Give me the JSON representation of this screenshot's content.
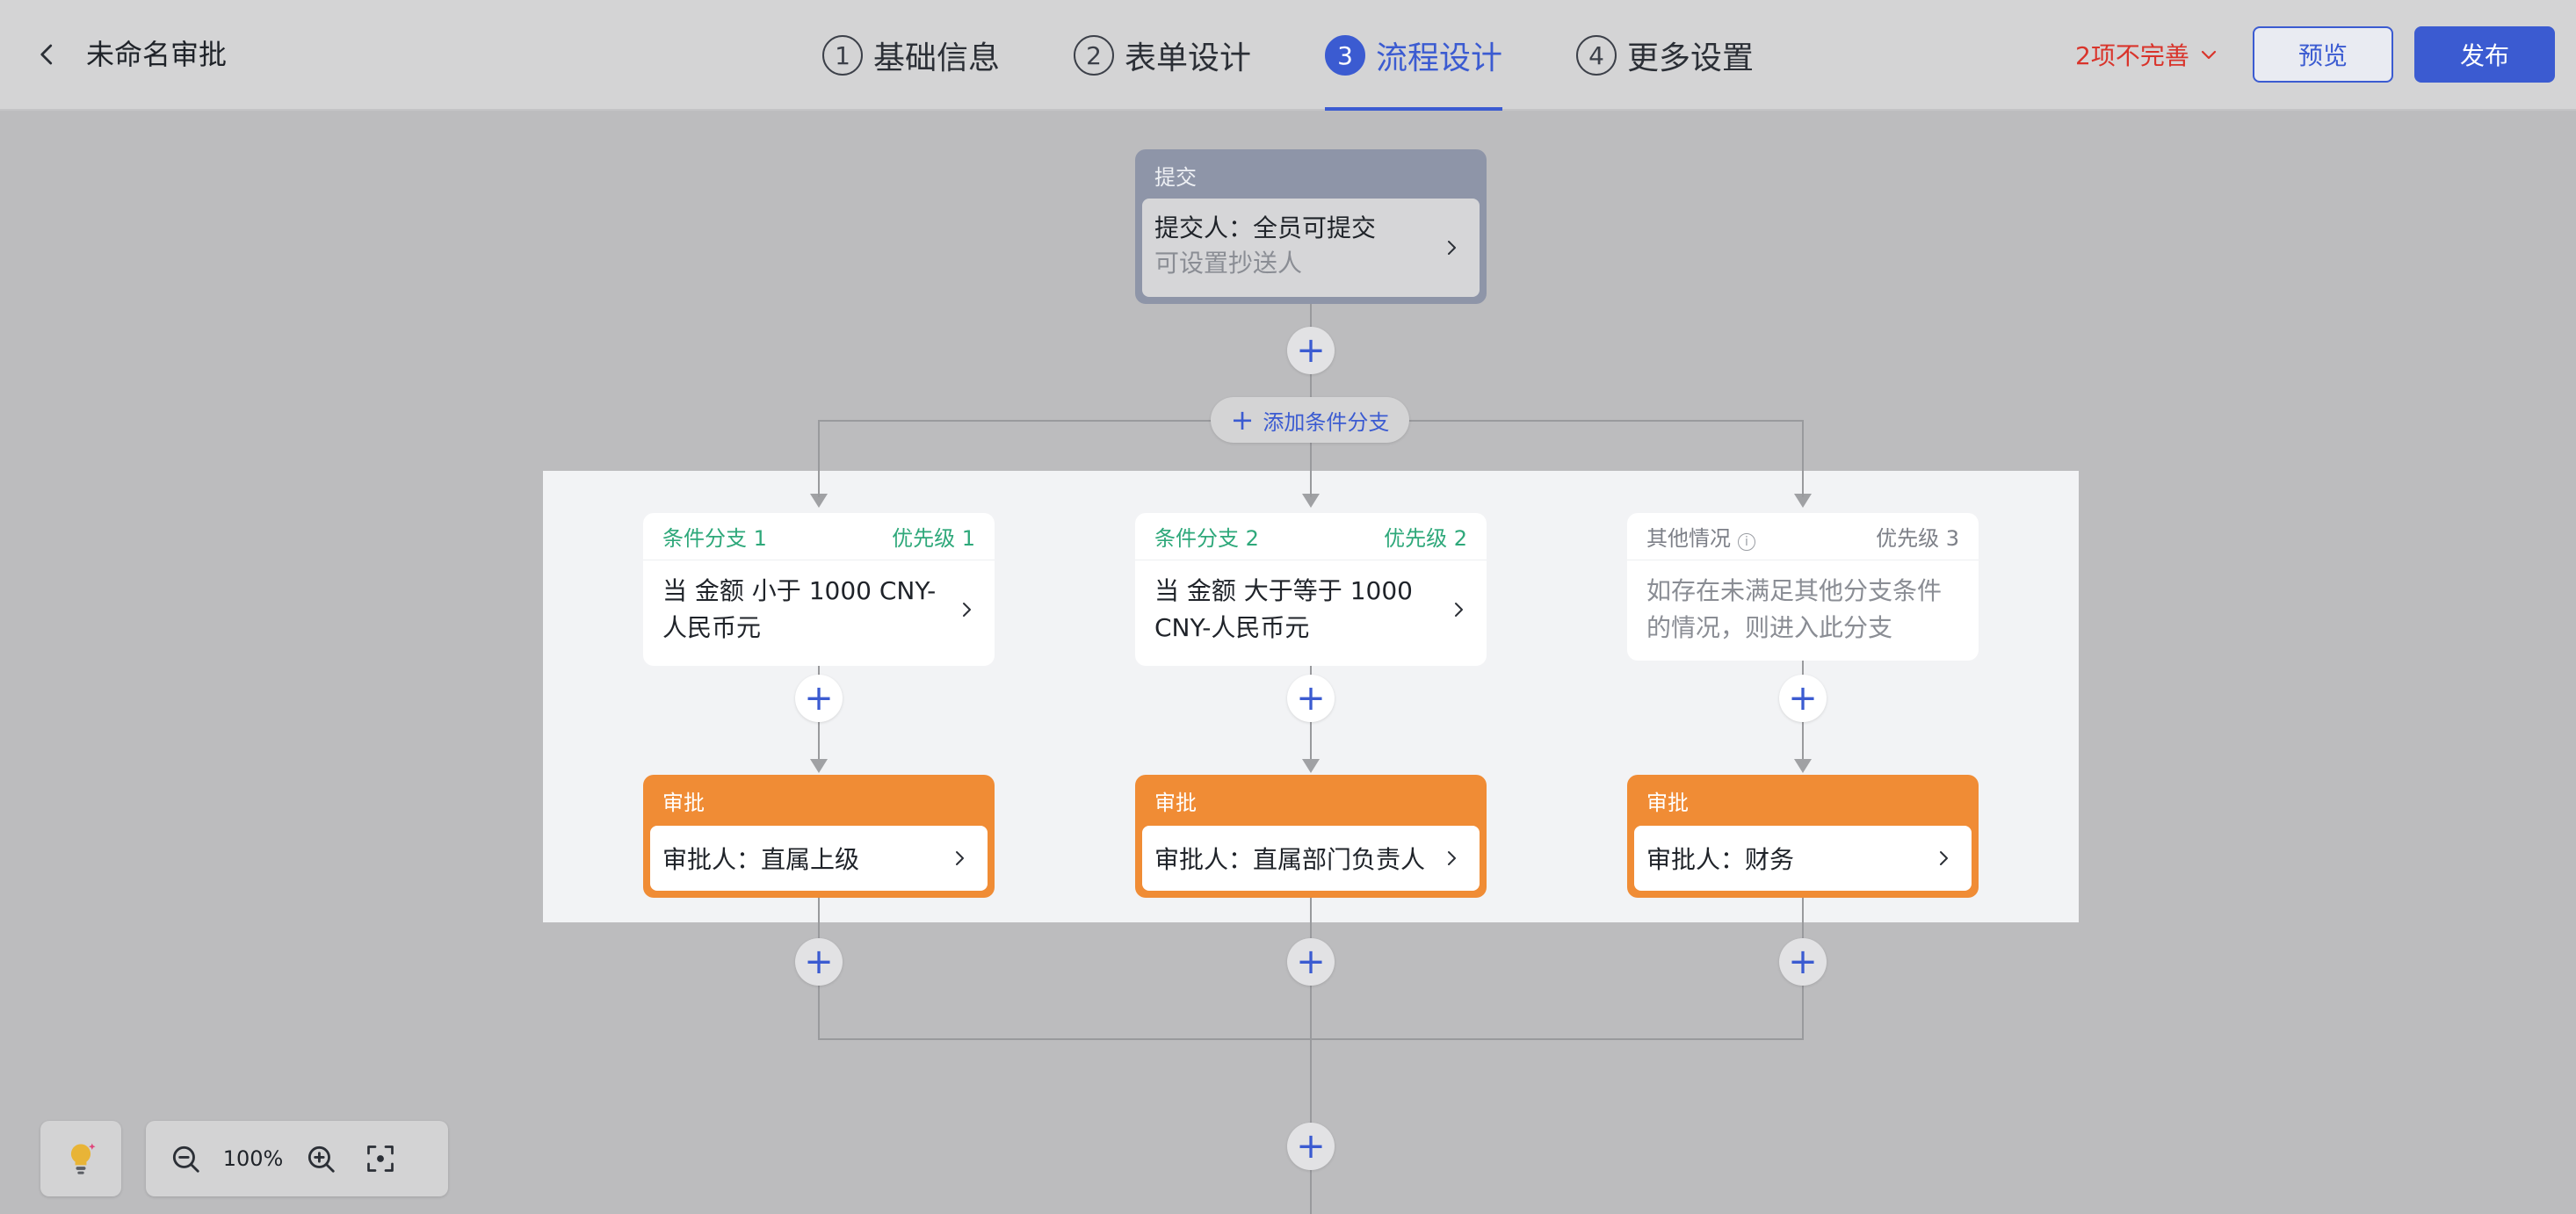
{
  "header": {
    "title": "未命名审批",
    "steps": [
      {
        "num": "1",
        "label": "基础信息"
      },
      {
        "num": "2",
        "label": "表单设计"
      },
      {
        "num": "3",
        "label": "流程设计"
      },
      {
        "num": "4",
        "label": "更多设置"
      }
    ],
    "active_step": 2,
    "warning": "2项不完善",
    "preview_label": "预览",
    "publish_label": "发布"
  },
  "flow": {
    "submit": {
      "title": "提交",
      "line1": "提交人：全员可提交",
      "line2": "可设置抄送人"
    },
    "add_branch_label": "添加条件分支",
    "branches": [
      {
        "name": "条件分支 1",
        "priority": "优先级 1",
        "condition": "当 金额 小于 1000 CNY-人民币元",
        "approve_title": "审批",
        "approver": "审批人：直属上级"
      },
      {
        "name": "条件分支 2",
        "priority": "优先级 2",
        "condition": "当 金额 大于等于 1000 CNY-人民币元",
        "approve_title": "审批",
        "approver": "审批人：直属部门负责人"
      },
      {
        "name": "其他情况",
        "priority": "优先级 3",
        "condition": "如存在未满足其他分支条件的情况，则进入此分支",
        "approve_title": "审批",
        "approver": "审批人：财务"
      }
    ]
  },
  "zoom": {
    "level": "100%"
  },
  "colors": {
    "accent": "#3b5bd1",
    "approve_node": "#f08c35",
    "submit_node": "#8e95a8",
    "condition_green": "#2ea87a",
    "warning": "#d9342b"
  },
  "icons": {
    "back": "chevron-left-icon",
    "warning_toggle": "chevron-down-icon",
    "node_arrow": "chevron-right-icon",
    "info": "info-icon",
    "tip": "lightbulb-icon",
    "zoom_out": "zoom-out-icon",
    "zoom_in": "zoom-in-icon",
    "fit": "fit-screen-icon"
  }
}
